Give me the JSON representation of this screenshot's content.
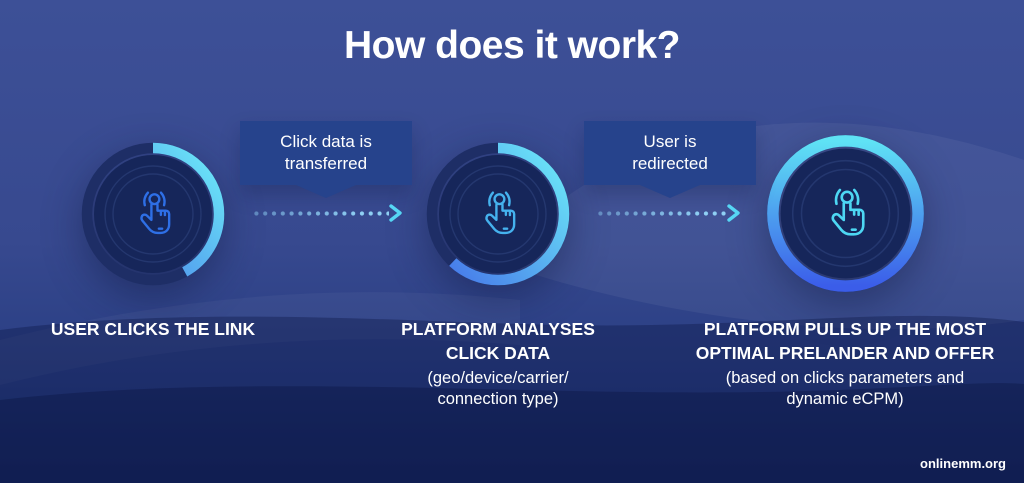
{
  "title": "How does it work?",
  "footer": {
    "site_label": "onlinemm.org"
  },
  "bubbles": [
    {
      "lines": [
        "Click data is",
        "transferred"
      ]
    },
    {
      "lines": [
        "User is",
        "redirected"
      ]
    }
  ],
  "steps": [
    {
      "title_lines": [
        "USER CLICKS THE LINK"
      ],
      "sub_lines": [],
      "progress_pct": 42,
      "icon": "tap-click-icon",
      "icon_color": "#2e6fe6"
    },
    {
      "title_lines": [
        "PLATFORM ANALYSES",
        "CLICK DATA"
      ],
      "sub_lines": [
        "(geo/device/carrier/",
        "connection type)"
      ],
      "progress_pct": 62,
      "icon": "tap-click-icon",
      "icon_color": "#45b2ee"
    },
    {
      "title_lines": [
        "PLATFORM PULLS UP THE MOST",
        "OPTIMAL PRELANDER AND OFFER"
      ],
      "sub_lines": [
        "(based on clicks parameters and",
        "dynamic eCPM)"
      ],
      "progress_pct": 100,
      "icon": "tap-click-icon",
      "icon_color": "#4dd7f3"
    }
  ],
  "colors": {
    "background_top": "#3c4e95",
    "background_bottom": "#1a2f6d",
    "bubble": "#26438c",
    "ring_dark": "#1e2e66",
    "circle_fill": "#16265a",
    "arc_blue": "#3f6fe6",
    "arc_cyan": "#63dff5",
    "dot": "#8fd0f4",
    "text": "#ffffff"
  }
}
